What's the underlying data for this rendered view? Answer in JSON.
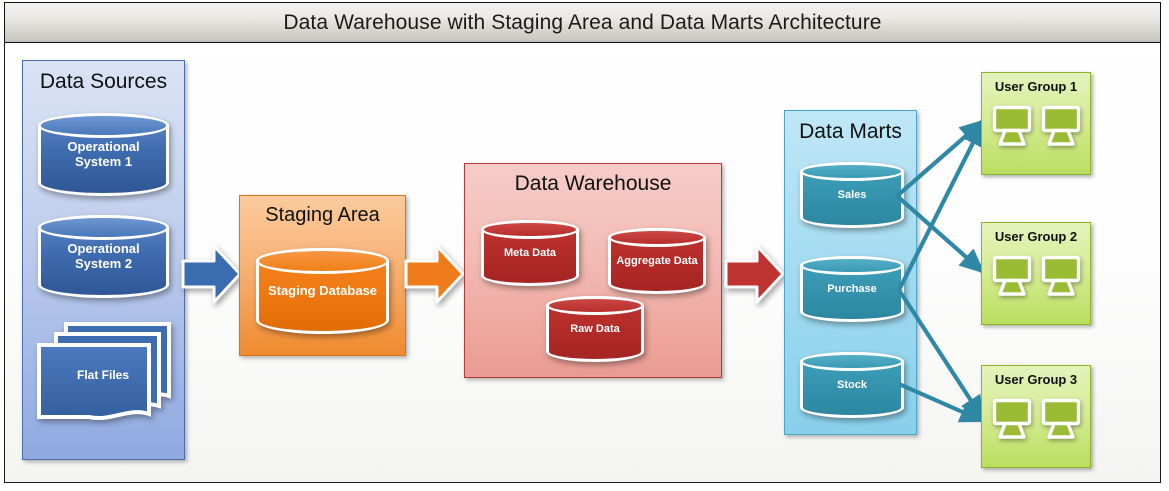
{
  "header": {
    "title": "Data Warehouse with Staging Area and Data Marts Architecture"
  },
  "colors": {
    "sources_accent": "#4a6fb0",
    "staging_accent": "#d8741f",
    "warehouse_accent": "#b5393a",
    "marts_accent": "#4aa6c8",
    "usergroup_accent": "#8db52c",
    "arrow_blue": "#3a6cb0",
    "arrow_orange": "#ef7c1a",
    "arrow_red": "#bf3330",
    "connector_line": "#2f88a5"
  },
  "sources": {
    "title": "Data Sources",
    "nodes": [
      {
        "label_line1": "Operational",
        "label_line2": "System 1",
        "shape": "cylinder"
      },
      {
        "label_line1": "Operational",
        "label_line2": "System 2",
        "shape": "cylinder"
      },
      {
        "label_line1": "Flat Files",
        "label_line2": "",
        "shape": "document-stack"
      }
    ]
  },
  "staging": {
    "title": "Staging Area",
    "nodes": [
      {
        "label": "Staging Database",
        "shape": "cylinder"
      }
    ]
  },
  "warehouse": {
    "title": "Data Warehouse",
    "nodes": [
      {
        "label": "Meta Data",
        "shape": "cylinder"
      },
      {
        "label": "Aggregate Data",
        "shape": "cylinder"
      },
      {
        "label": "Raw Data",
        "shape": "cylinder"
      }
    ]
  },
  "marts": {
    "title": "Data Marts",
    "nodes": [
      {
        "label": "Sales",
        "shape": "cylinder"
      },
      {
        "label": "Purchase",
        "shape": "cylinder"
      },
      {
        "label": "Stock",
        "shape": "cylinder"
      }
    ]
  },
  "user_groups": [
    {
      "title": "User Group 1",
      "icon_count": 2,
      "icon": "desktop-computer-icon"
    },
    {
      "title": "User Group 2",
      "icon_count": 2,
      "icon": "desktop-computer-icon"
    },
    {
      "title": "User Group 3",
      "icon_count": 2,
      "icon": "desktop-computer-icon"
    }
  ],
  "flow_arrows": [
    {
      "name": "sources-to-staging",
      "color": "#3a6cb0",
      "direction": "right"
    },
    {
      "name": "staging-to-warehouse",
      "color": "#ef7c1a",
      "direction": "right"
    },
    {
      "name": "warehouse-to-marts",
      "color": "#bf3330",
      "direction": "right"
    }
  ],
  "connections": [
    {
      "from": "Sales",
      "to": "User Group 1"
    },
    {
      "from": "Sales",
      "to": "User Group 2"
    },
    {
      "from": "Purchase",
      "to": "User Group 1"
    },
    {
      "from": "Purchase",
      "to": "User Group 3"
    },
    {
      "from": "Stock",
      "to": "User Group 3"
    }
  ]
}
